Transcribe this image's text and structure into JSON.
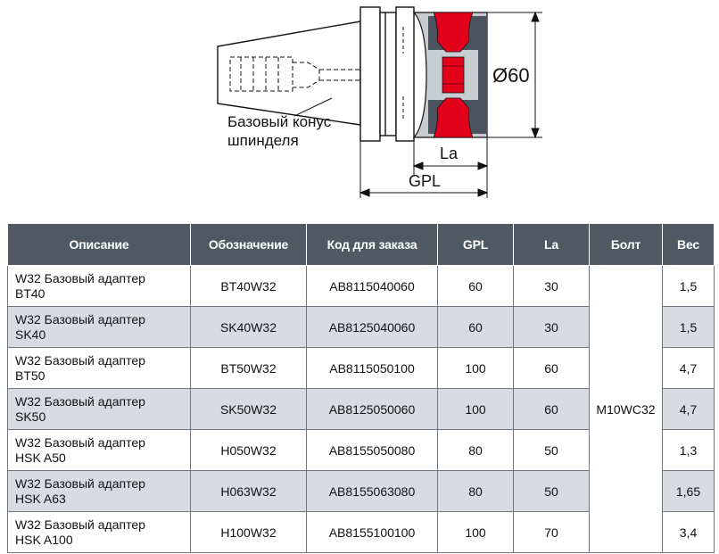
{
  "drawing": {
    "cone_label_line1": "Базовый конус",
    "cone_label_line2": "шпинделя",
    "diameter_label": "Ø60",
    "la_label": "La",
    "gpl_label": "GPL",
    "colors": {
      "accent": "#e3001b",
      "steel_dark": "#4a545e",
      "steel_light": "#c7ccd1"
    }
  },
  "table": {
    "headers": [
      "Описание",
      "Обозначение",
      "Код для заказа",
      "GPL",
      "La",
      "Болт",
      "Вес"
    ],
    "bolt": "M10WC32",
    "rows": [
      {
        "desc1": "W32 Базовый адаптер",
        "desc2": "BT40",
        "designation": "BT40W32",
        "code": "AB8115040060",
        "gpl": "60",
        "la": "30",
        "weight": "1,5"
      },
      {
        "desc1": "W32 Базовый адаптер",
        "desc2": "SK40",
        "designation": "SK40W32",
        "code": "AB8125040060",
        "gpl": "60",
        "la": "30",
        "weight": "1,5"
      },
      {
        "desc1": "W32 Базовый адаптер",
        "desc2": "BT50",
        "designation": "BT50W32",
        "code": "AB8115050100",
        "gpl": "100",
        "la": "60",
        "weight": "4,7"
      },
      {
        "desc1": "W32 Базовый адаптер",
        "desc2": "SK50",
        "designation": "SK50W32",
        "code": "AB8125050060",
        "gpl": "100",
        "la": "60",
        "weight": "4,7"
      },
      {
        "desc1": "W32 Базовый адаптер",
        "desc2": "HSK A50",
        "designation": "H050W32",
        "code": "AB8155050080",
        "gpl": "80",
        "la": "50",
        "weight": "1,3"
      },
      {
        "desc1": "W32 Базовый адаптер",
        "desc2": "HSK A63",
        "designation": "H063W32",
        "code": "AB8155063080",
        "gpl": "80",
        "la": "50",
        "weight": "1,65"
      },
      {
        "desc1": "W32 Базовый адаптер",
        "desc2": "HSK A100",
        "designation": "H100W32",
        "code": "AB8155100100",
        "gpl": "100",
        "la": "70",
        "weight": "3,4"
      }
    ]
  }
}
